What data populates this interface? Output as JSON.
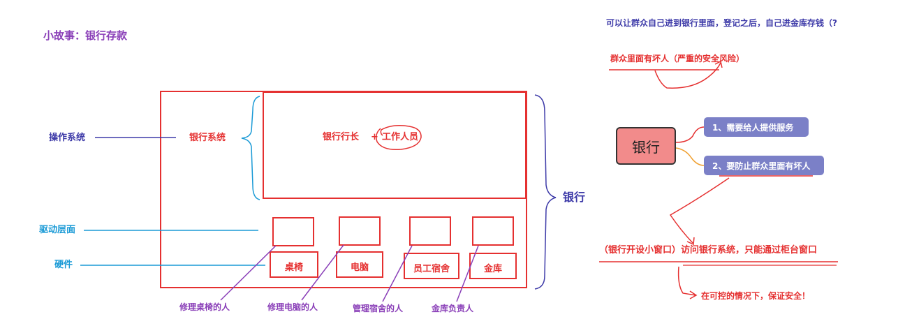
{
  "title": "小故事：银行存款",
  "question": "可以让群众自己进到银行里面，登记之后，自己进金库存钱（?",
  "risk": "群众里面有坏人（严重的安全风险）",
  "left_labels": {
    "os": "操作系统",
    "driver": "驱动层面",
    "hardware": "硬件"
  },
  "bank_system": "银行系统",
  "staff_main": "银行行长",
  "plus": "+",
  "staff_workers": "工作人员",
  "bank_brace_label": "银行",
  "hardware_items": [
    "桌椅",
    "电脑",
    "员工宿舍",
    "金库"
  ],
  "driver_people": [
    "修理桌椅的人",
    "修理电脑的人",
    "管理宿舍的人",
    "金库负责人"
  ],
  "mindmap": {
    "root": "银行",
    "branches": [
      "1、需要给人提供服务",
      "2、要防止群众里面有坏人"
    ]
  },
  "solution": "（银行开设小窗口）访问银行系统，只能通过柜台窗口",
  "conclusion": "在可控的情况下，保证安全！",
  "colors": {
    "red": "#e53030",
    "blue": "#3d3aa8",
    "cyan": "#1a9ad6",
    "purple": "#8a3fb8",
    "pill": "#7b80c7",
    "root": "#f28b8b",
    "orange": "#f0a030"
  }
}
